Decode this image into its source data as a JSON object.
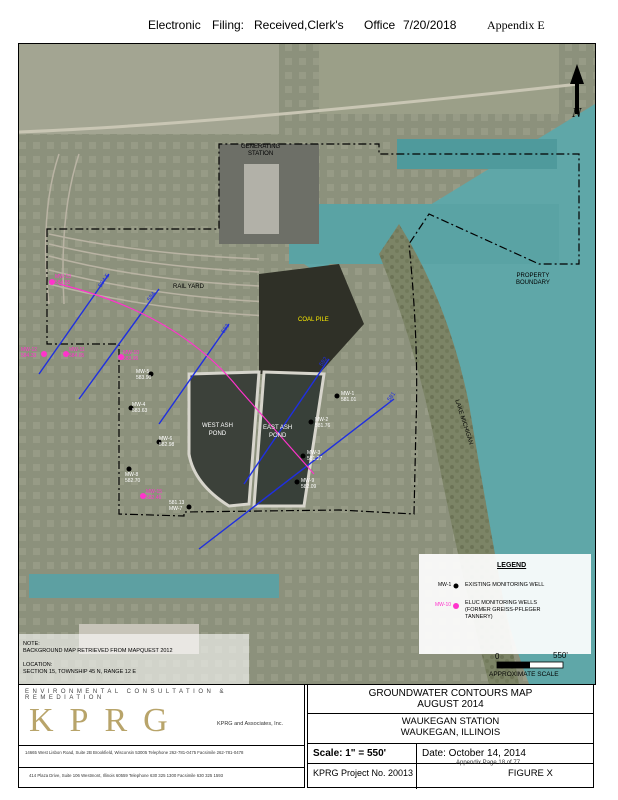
{
  "header": {
    "filing": "Electronic",
    "filing2": "Filing:",
    "received": "Received,Clerk's",
    "office": "Office",
    "date": "7/20/2018",
    "appendix": "Appendix E"
  },
  "map": {
    "north": "N",
    "labels": {
      "generating_station": [
        "GENERATING",
        "STATION"
      ],
      "rail_yard": "RAIL YARD",
      "coal_pile": "COAL PILE",
      "west_ash_pond": [
        "WEST ASH",
        "POND"
      ],
      "east_ash_pond": [
        "EAST ASH",
        "POND"
      ],
      "property_boundary": [
        "PROPERTY",
        "BOUNDARY"
      ],
      "lake_michigan": "LAKE MICHIGAN"
    },
    "contours": [
      "584.5",
      "584",
      "583",
      "582",
      "581"
    ],
    "eluc_wells": [
      {
        "id": "MW-13",
        "value": "584.85"
      },
      {
        "id": "MW-12",
        "value": "584.33"
      },
      {
        "id": "MW-11",
        "value": "584.05"
      },
      {
        "id": "MW-10",
        "value": "583.95"
      },
      {
        "id": "MW-15",
        "value": "582.46"
      }
    ],
    "existing_wells": [
      {
        "id": "MW-5",
        "value": "583.90"
      },
      {
        "id": "MW-4",
        "value": "583.63"
      },
      {
        "id": "MW-6",
        "value": "582.98"
      },
      {
        "id": "MW-8",
        "value": "582.70"
      },
      {
        "id": "MW-7",
        "value": "581.13"
      },
      {
        "id": "MW-1",
        "value": "581.01"
      },
      {
        "id": "MW-2",
        "value": "581.76"
      },
      {
        "id": "MW-3",
        "value": "581.27"
      },
      {
        "id": "MW-9",
        "value": "582.09"
      }
    ],
    "legend": {
      "title": "LEGEND",
      "existing_sym": "MW-1",
      "existing_label": "EXISTING MONITORING WELL",
      "eluc_sym": "MW-10",
      "eluc_label": [
        "ELUC MONITORING WELLS",
        "(FORMER GREISS-PFLEGER",
        "TANNERY)"
      ]
    },
    "scale": {
      "zero": "0",
      "max": "550'",
      "label": "APPROXIMATE SCALE"
    },
    "note": [
      "NOTE:",
      "BACKGROUND MAP RETRIEVED FROM MAPQUEST 2012"
    ],
    "location": [
      "LOCATION:",
      "SECTION 15, TOWNSHIP 45 N, RANGE 12 E"
    ]
  },
  "titleblock": {
    "firm_tagline": "ENVIRONMENTAL CONSULTATION & REMEDIATION",
    "logo_letters": "KPRG",
    "firm_name": "KPRG and Associates, Inc.",
    "address1": "14665 West Lisbon Road, Suite 2B Brookfield, Wisconsin 53005 Telephone 262-781-0475 Facsimile 262-781-0478",
    "address2": "414 Plaza Drive, Suite 106 Westmont, Illinois 60559 Telephone 630 325 1300 Facsimile 630 325 1593",
    "map_title": [
      "GROUNDWATER CONTOURS MAP",
      "AUGUST 2014"
    ],
    "site": [
      "WAUKEGAN STATION",
      "WAUKEGAN, ILLINOIS"
    ],
    "scale": "Scale: 1\" = 550'",
    "date": "Date: October 14, 2014",
    "project": "KPRG Project No. 20013",
    "figure": "FIGURE X",
    "appendix_page": "Appendix Page 18 of 77"
  },
  "colors": {
    "water": "#5fa7a8",
    "land": "#8a8e78",
    "contour": "#1f2fe0",
    "eluc": "#ff33cc"
  }
}
